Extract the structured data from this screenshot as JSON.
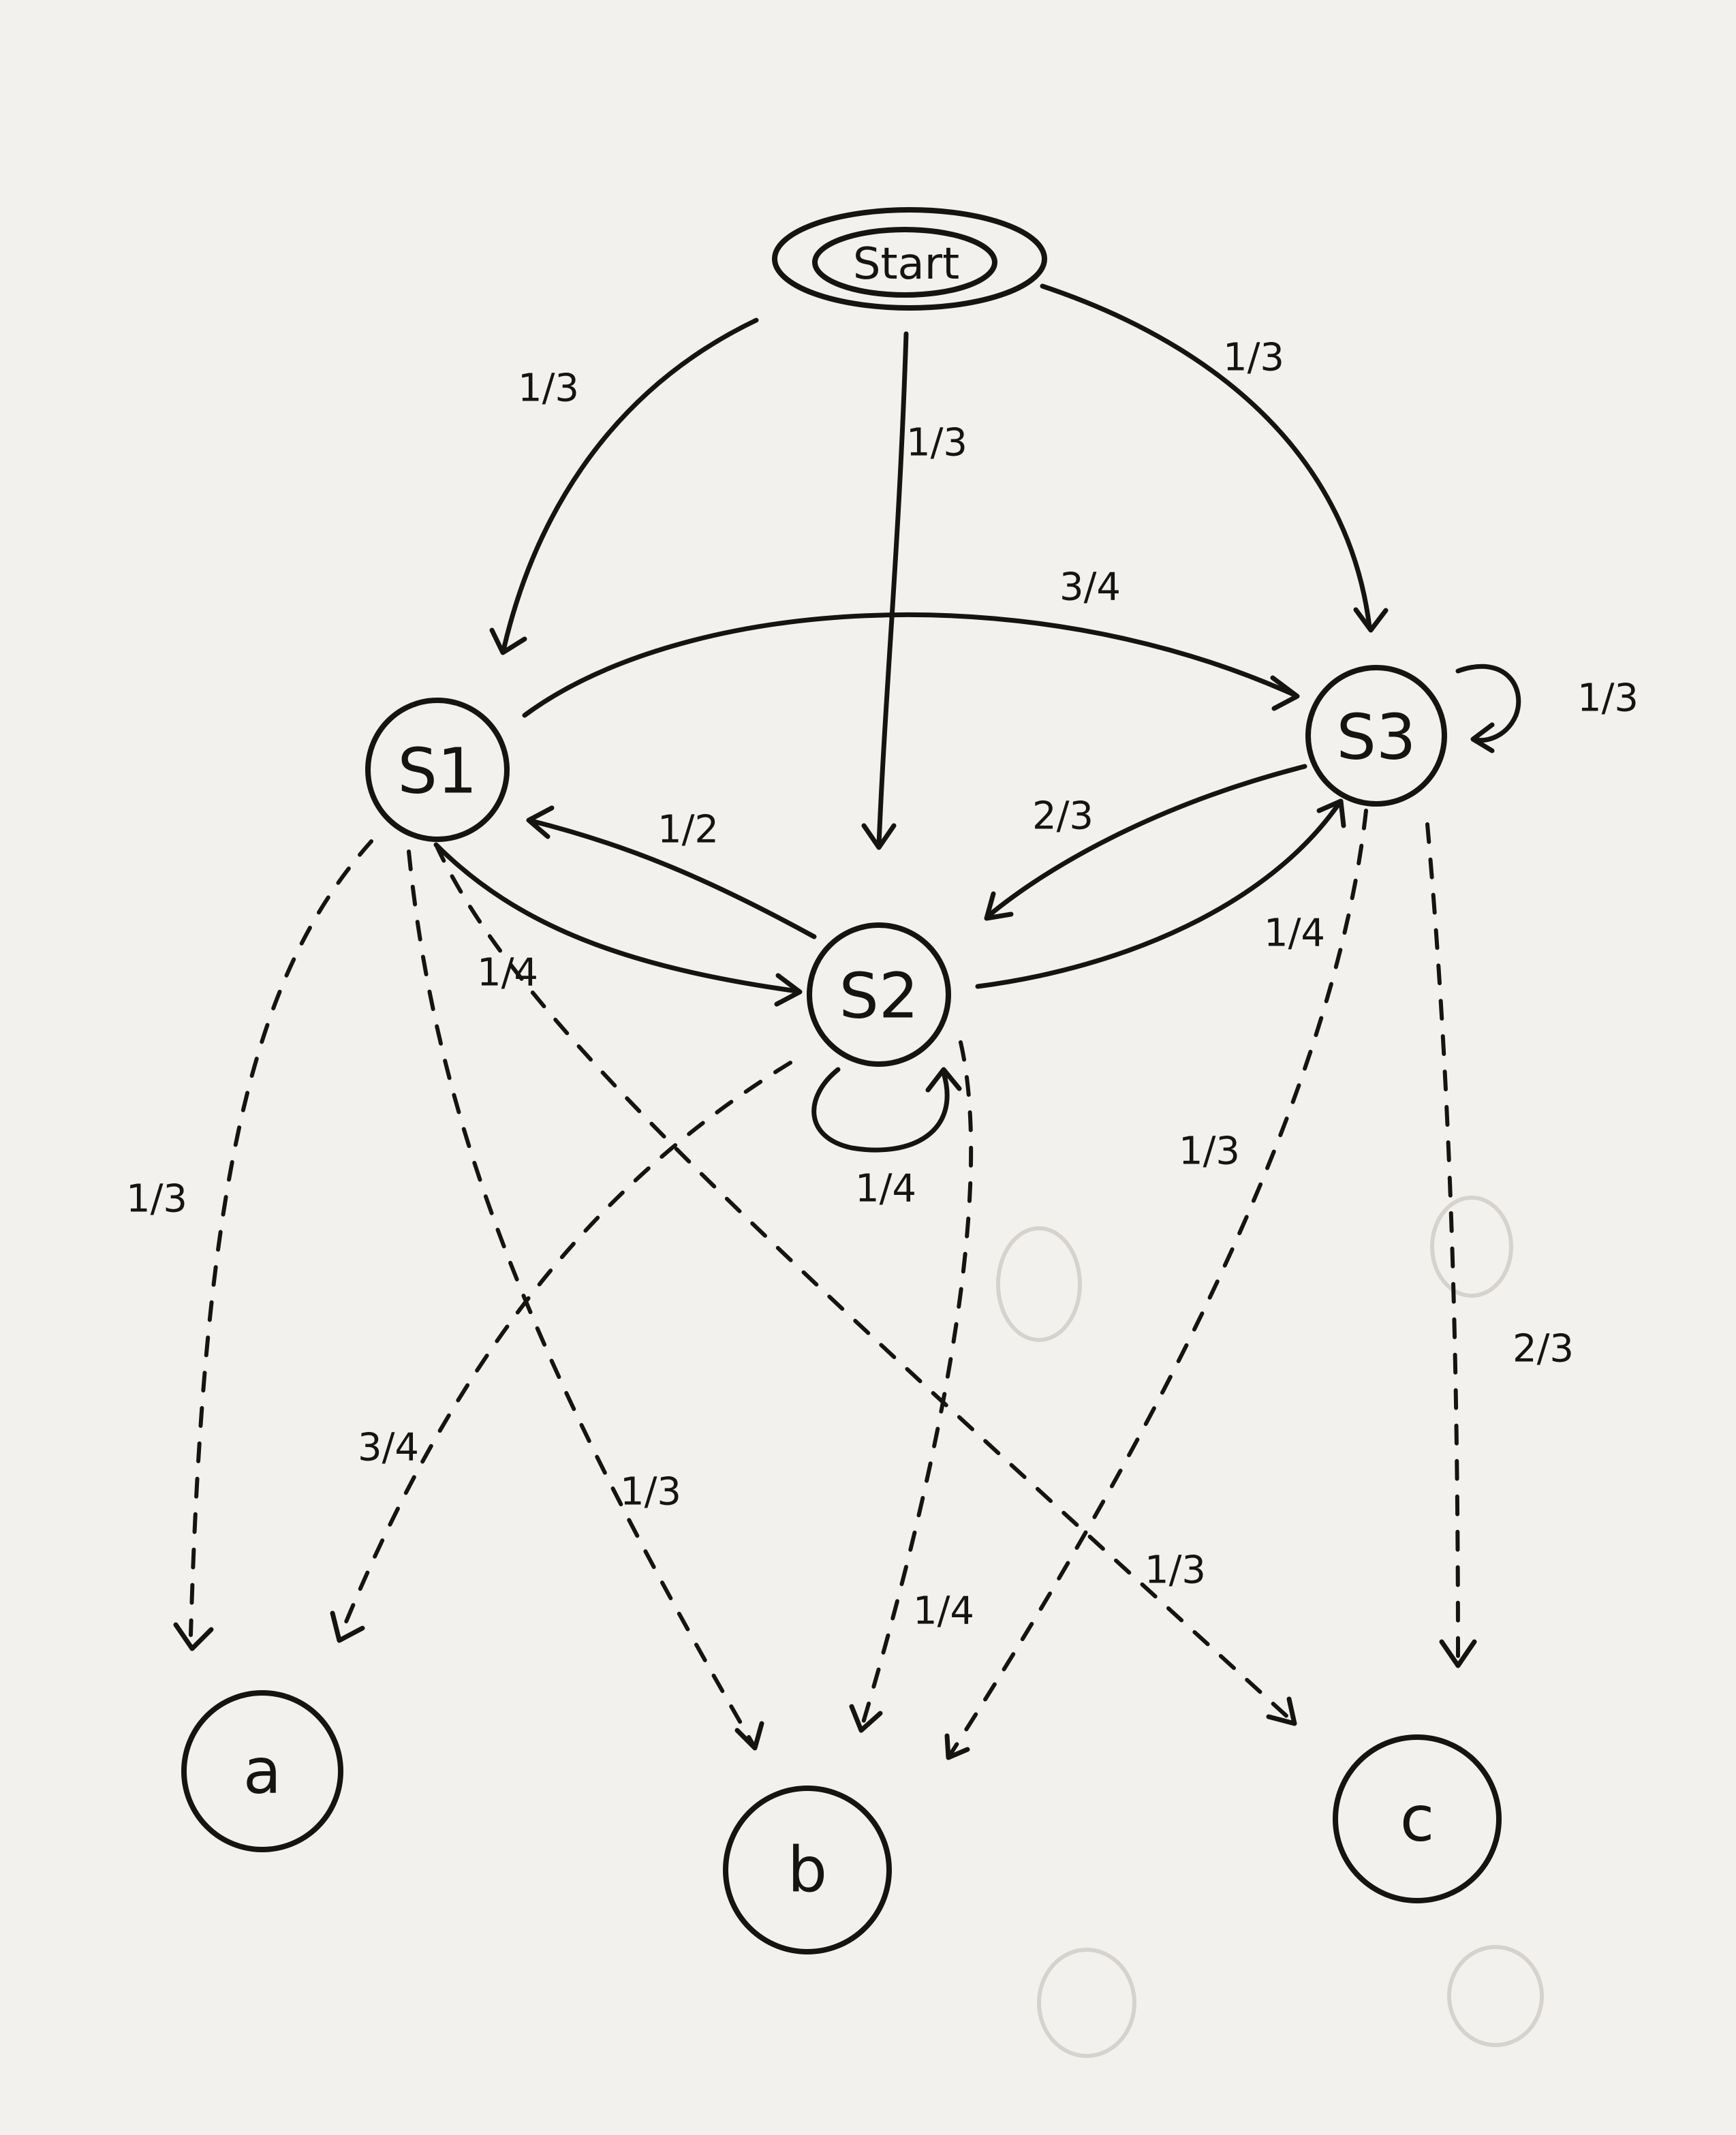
{
  "diagram": {
    "nodes": {
      "start": "Start",
      "s1": "S1",
      "s2": "S2",
      "s3": "S3",
      "a": "a",
      "b": "b",
      "c": "c"
    },
    "transitions": [
      {
        "from": "Start",
        "to": "S1",
        "label": "1/3"
      },
      {
        "from": "Start",
        "to": "S2",
        "label": "1/3"
      },
      {
        "from": "Start",
        "to": "S3",
        "label": "1/3"
      },
      {
        "from": "S1",
        "to": "S3",
        "label": "3/4"
      },
      {
        "from": "S1",
        "to": "S2",
        "label": "1/4"
      },
      {
        "from": "S2",
        "to": "S1",
        "label": "1/2"
      },
      {
        "from": "S2",
        "to": "S2",
        "label": "1/4"
      },
      {
        "from": "S2",
        "to": "S3",
        "label": "1/4"
      },
      {
        "from": "S3",
        "to": "S2",
        "label": "2/3"
      },
      {
        "from": "S3",
        "to": "S3",
        "label": "1/3"
      }
    ],
    "emissions": [
      {
        "from": "S1",
        "to": "a",
        "label": "1/3"
      },
      {
        "from": "S1",
        "to": "b",
        "label": "1/3"
      },
      {
        "from": "S1",
        "to": "c",
        "label": "1/3"
      },
      {
        "from": "S2",
        "to": "a",
        "label": "3/4"
      },
      {
        "from": "S2",
        "to": "b",
        "label": "1/4"
      },
      {
        "from": "S3",
        "to": "b",
        "label": "1/3"
      },
      {
        "from": "S3",
        "to": "c",
        "label": "2/3"
      }
    ]
  }
}
